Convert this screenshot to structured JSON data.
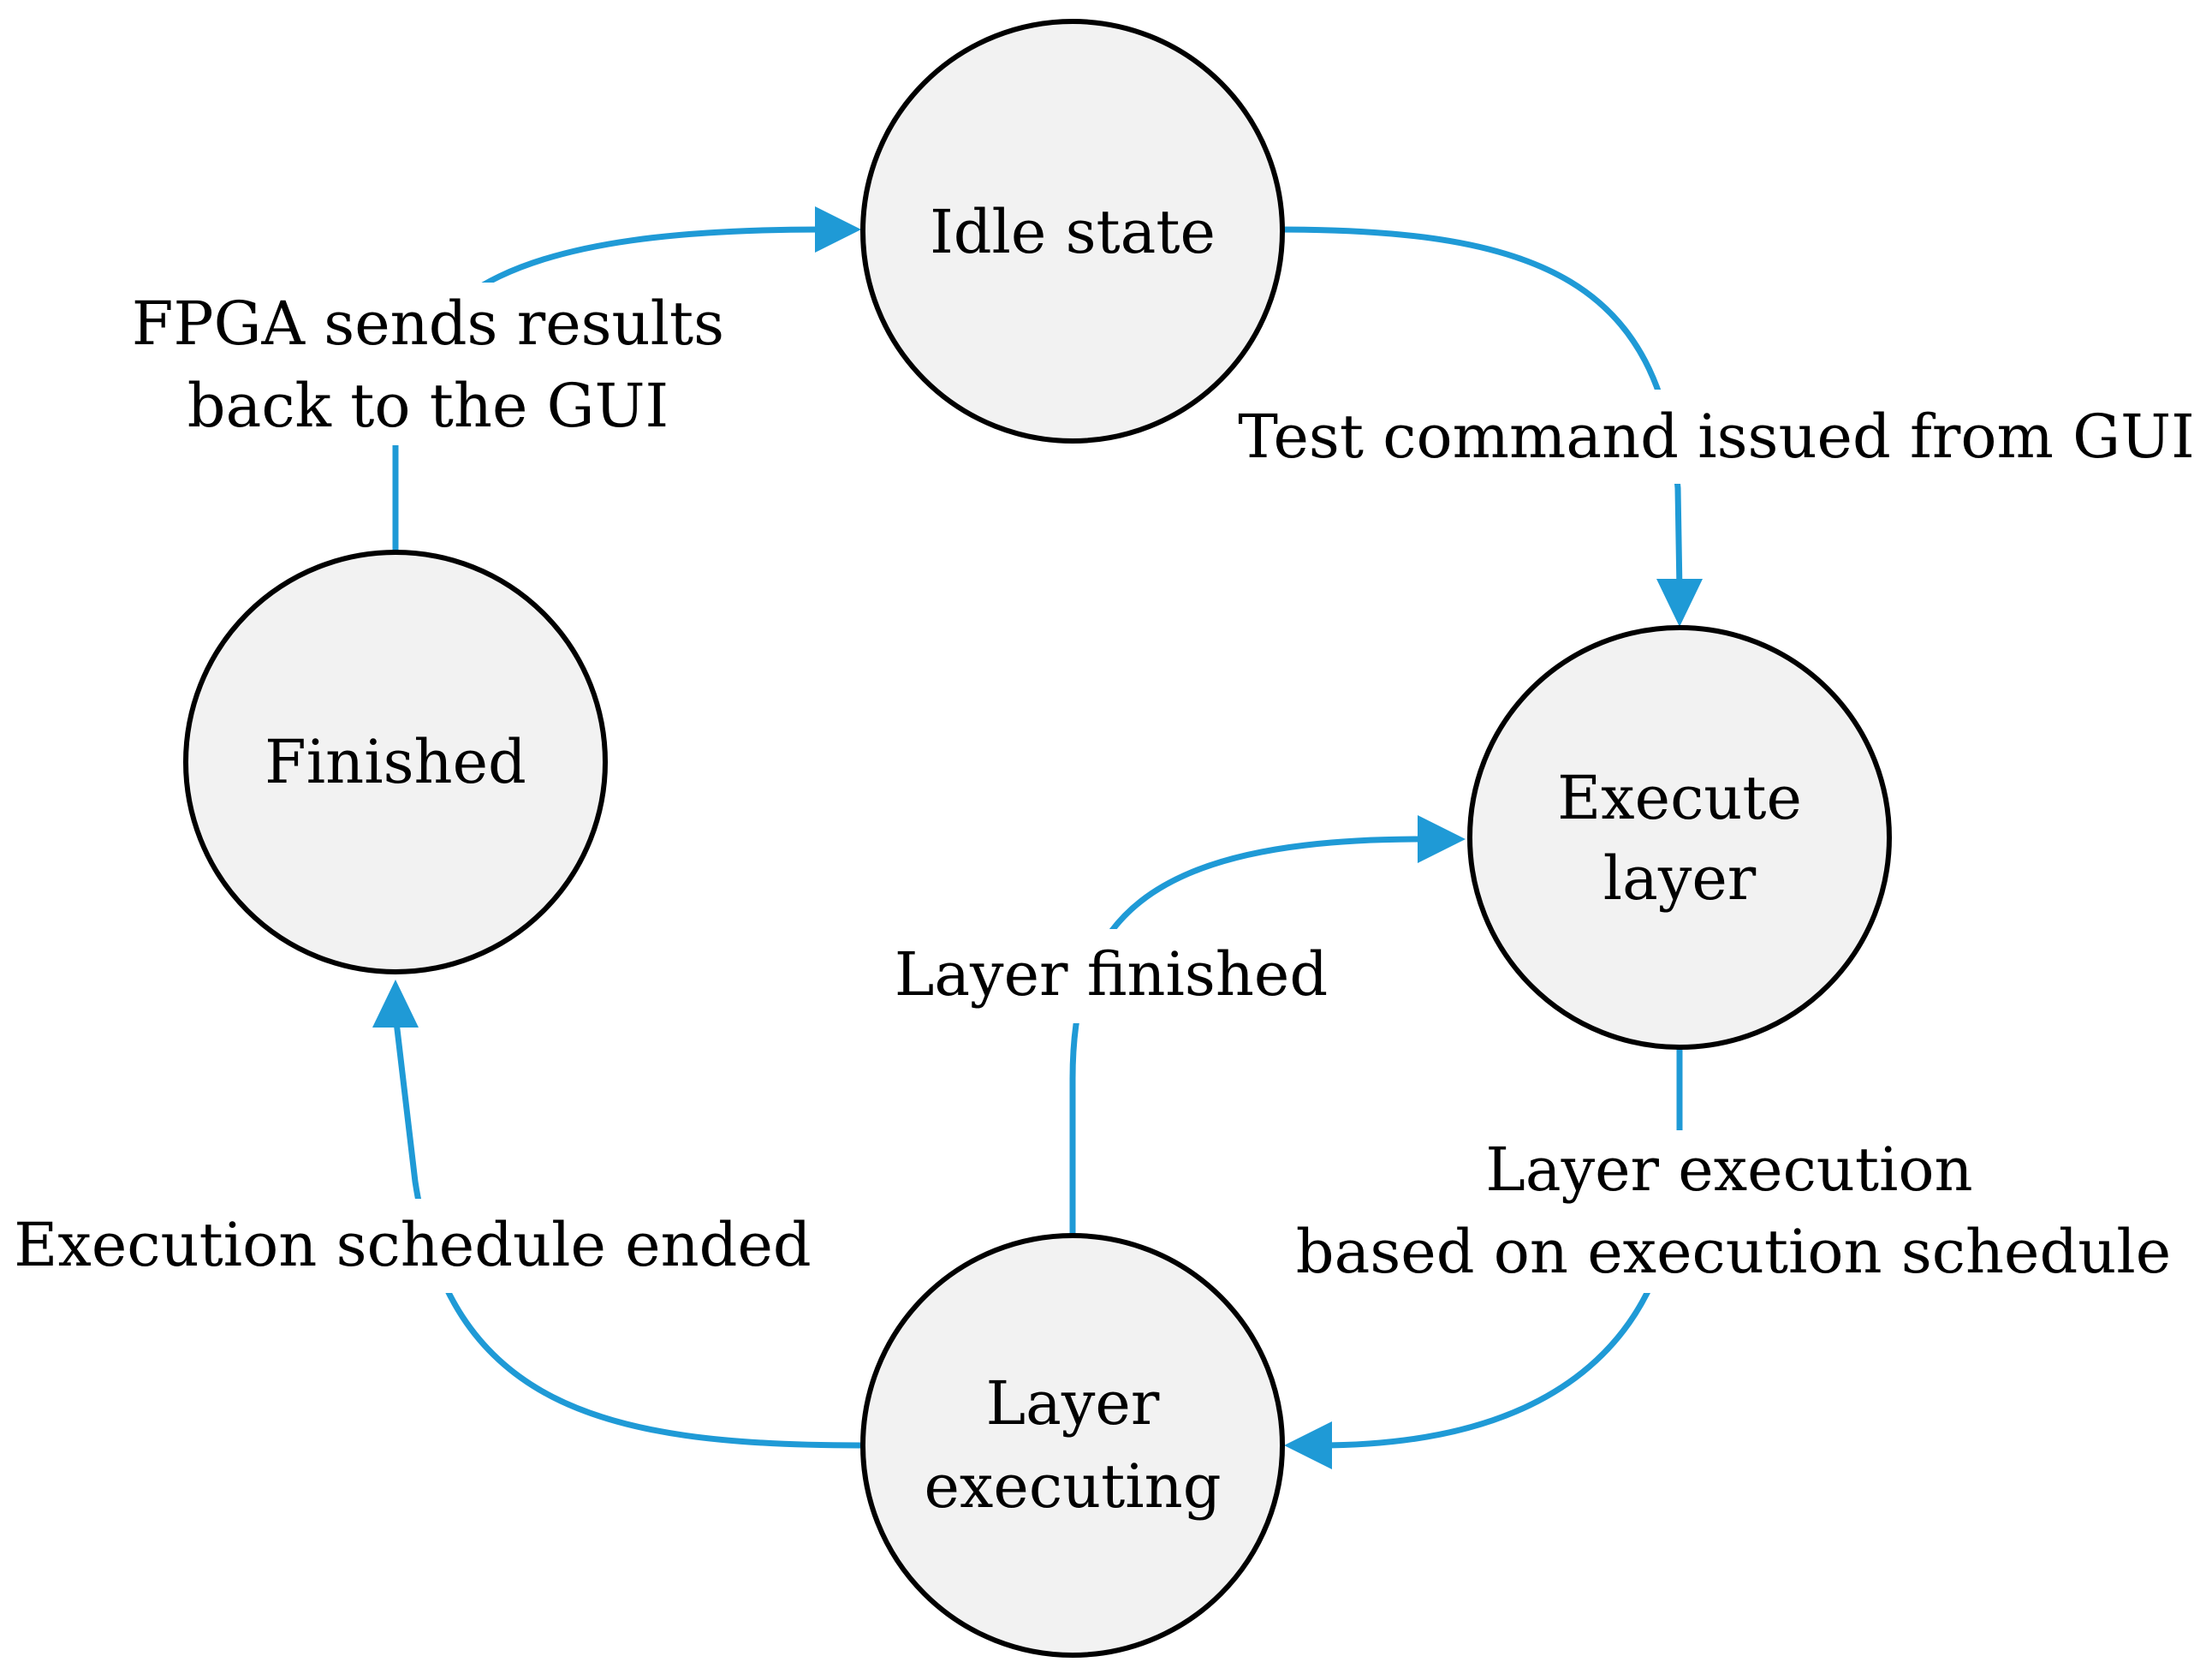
{
  "diagram": {
    "colors": {
      "edge": "#1f9ad6",
      "state_fill": "#f2f2f2",
      "state_stroke": "#000000",
      "text": "#000000"
    },
    "states": {
      "idle": {
        "line1": "Idle state"
      },
      "execute_layer": {
        "line1": "Execute",
        "line2": "layer"
      },
      "layer_executing": {
        "line1": "Layer",
        "line2": "executing"
      },
      "finished": {
        "line1": "Finished"
      }
    },
    "transitions": {
      "idle_to_execute": {
        "line1": "Test command issued from GUI"
      },
      "execute_to_executing": {
        "line1": "Layer execution",
        "line2": "based on execution schedule"
      },
      "executing_to_execute": {
        "line1": "Layer finished"
      },
      "executing_to_finished": {
        "line1": "Execution schedule ended"
      },
      "finished_to_idle": {
        "line1": "FPGA sends results",
        "line2": "back to the GUI"
      }
    }
  }
}
